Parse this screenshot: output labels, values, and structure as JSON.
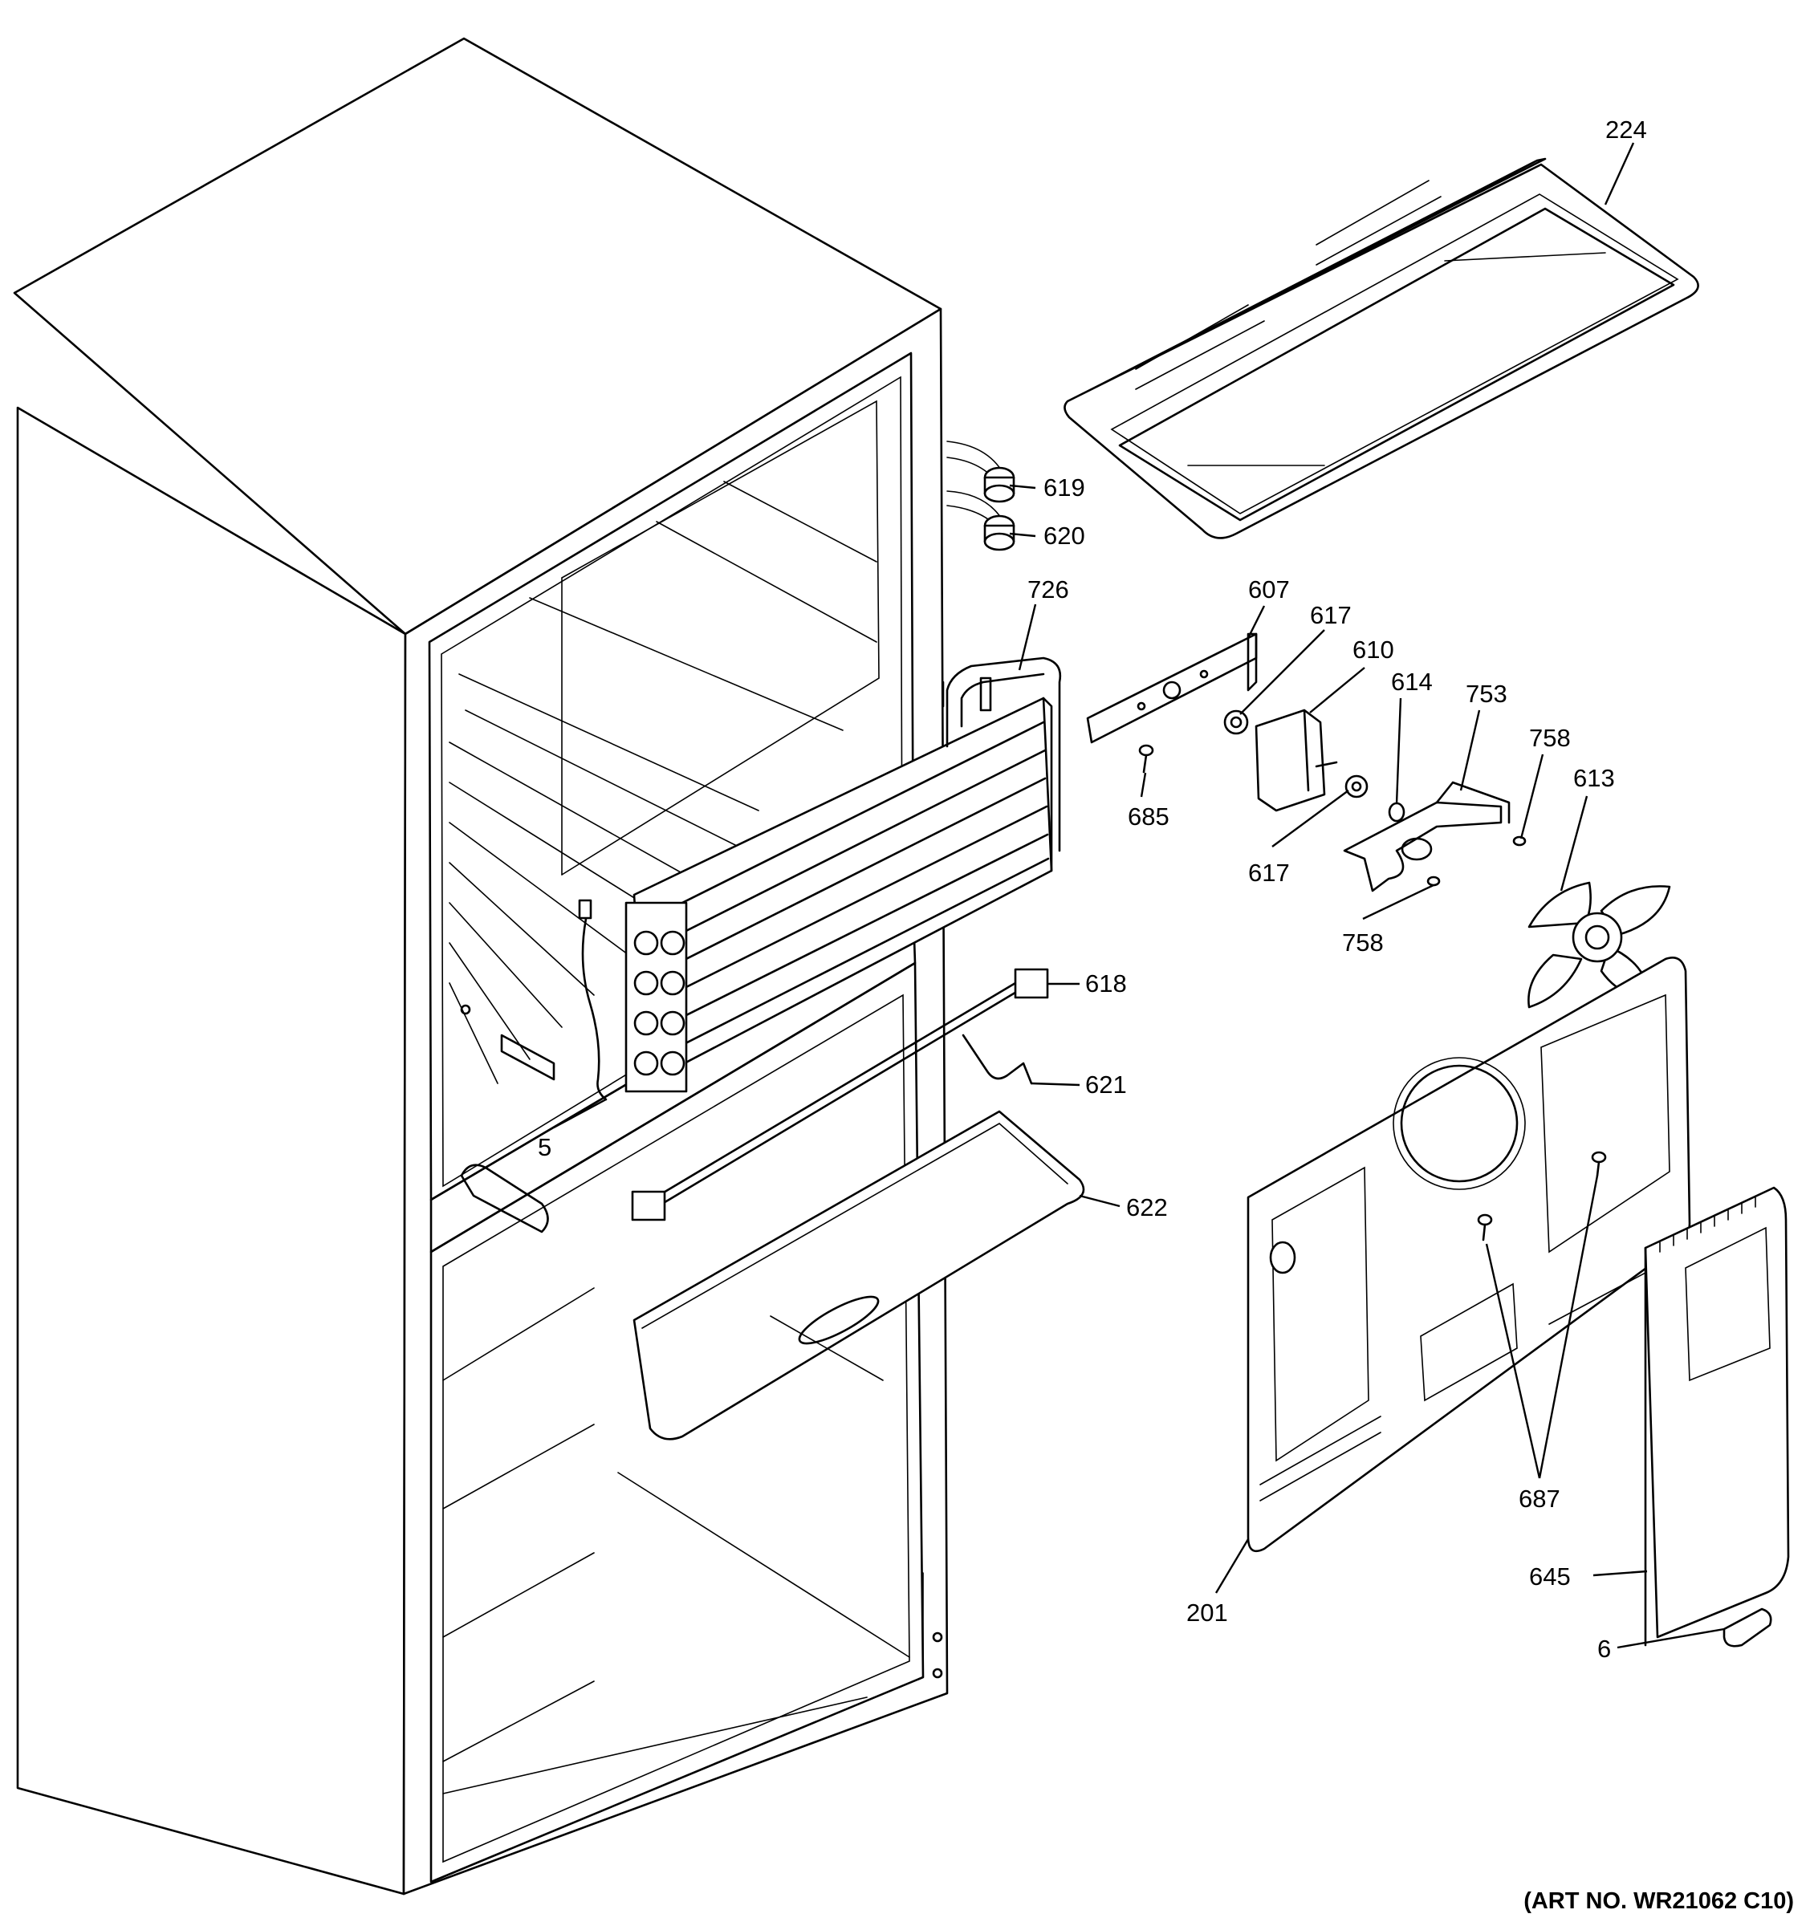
{
  "callouts": [
    {
      "id": "224",
      "label": "224"
    },
    {
      "id": "619",
      "label": "619"
    },
    {
      "id": "620",
      "label": "620"
    },
    {
      "id": "726",
      "label": "726"
    },
    {
      "id": "607",
      "label": "607"
    },
    {
      "id": "617a",
      "label": "617"
    },
    {
      "id": "610",
      "label": "610"
    },
    {
      "id": "614",
      "label": "614"
    },
    {
      "id": "753",
      "label": "753"
    },
    {
      "id": "758a",
      "label": "758"
    },
    {
      "id": "613",
      "label": "613"
    },
    {
      "id": "685",
      "label": "685"
    },
    {
      "id": "617b",
      "label": "617"
    },
    {
      "id": "758b",
      "label": "758"
    },
    {
      "id": "618",
      "label": "618"
    },
    {
      "id": "621",
      "label": "621"
    },
    {
      "id": "5",
      "label": "5"
    },
    {
      "id": "622",
      "label": "622"
    },
    {
      "id": "687",
      "label": "687"
    },
    {
      "id": "645",
      "label": "645"
    },
    {
      "id": "201",
      "label": "201"
    },
    {
      "id": "6",
      "label": "6"
    }
  ],
  "art_number": "(ART NO. WR21062 C10)",
  "icons": {
    "refrigerator_cabinet": "refrigerator-cabinet-icon",
    "evaporator": "evaporator-coil-icon",
    "fan_motor": "fan-motor-icon",
    "fan_blade": "fan-blade-icon"
  },
  "colors": {
    "line": "#000000",
    "background": "#ffffff"
  }
}
